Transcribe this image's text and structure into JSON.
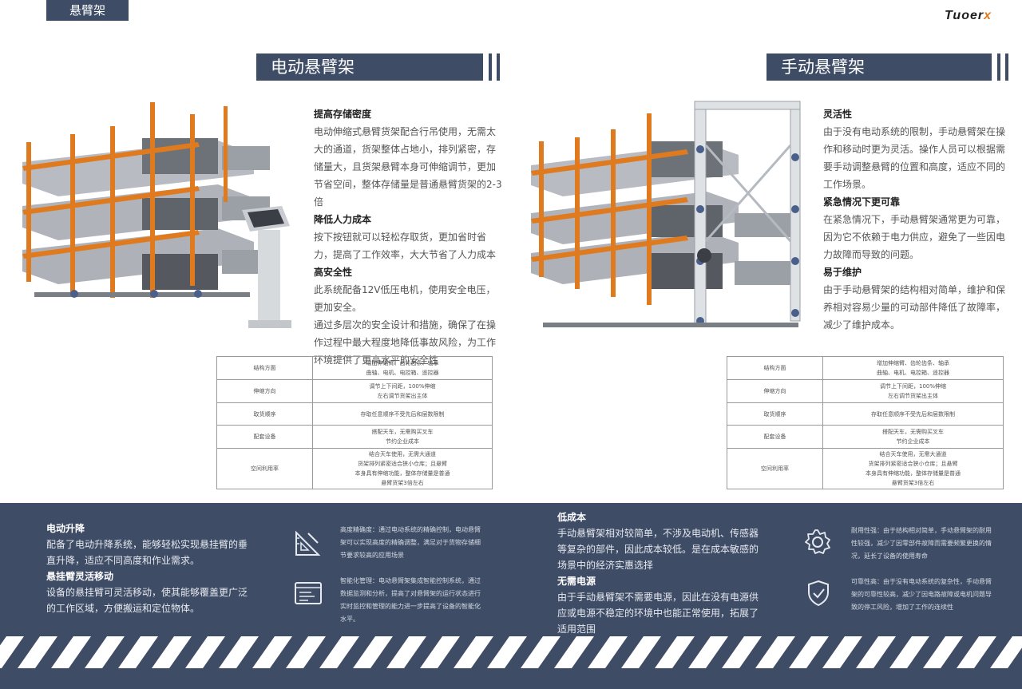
{
  "header": {
    "tab": "悬臂架",
    "brand_main": "Tuoer",
    "brand_accent": "x"
  },
  "left": {
    "title": "电动悬臂架",
    "features": [
      {
        "heading": "提高存储密度",
        "text": "电动伸缩式悬臂货架配合行吊使用，无需太大的通道，货架整体占地小，排列紧密，存储量大，且货架悬臂本身可伸缩调节，更加节省空间，整体存储量是普通悬臂货架的2-3倍"
      },
      {
        "heading": "降低人力成本",
        "text": "按下按钮就可以轻松存取货，更加省时省力，提高了工作效率，大大节省了人力成本"
      },
      {
        "heading": "高安全性",
        "text": "此系统配备12V低压电机，使用安全电压，更加安全。"
      },
      {
        "heading": "",
        "text": "通过多层次的安全设计和措施，确保了在操作过程中最大程度地降低事故风险，为工作环境提供了更高水平的安全性"
      }
    ],
    "spec": [
      {
        "k": "结构方面",
        "v": [
          "增加伸缩臂、齿轮齿条、轴承",
          "曲轴、电机、电控箱、遥控器"
        ]
      },
      {
        "k": "伸缩方向",
        "v": [
          "调节上下间距，100%伸缩",
          "左右调节货架出主体"
        ]
      },
      {
        "k": "取货顺序",
        "v": [
          "存取任意顺序不受先后和层数限制"
        ]
      },
      {
        "k": "配套设备",
        "v": [
          "搭配天车，无需购买叉车",
          "节约企业成本"
        ]
      },
      {
        "k": "空间利用率",
        "v": [
          "结合天车使用，无需大通道",
          "货架排列紧密适合狭小仓库；且悬臂",
          "本身具有伸缩功能，整体存储量是普通",
          "悬臂货架3倍左右"
        ]
      }
    ]
  },
  "right": {
    "title": "手动悬臂架",
    "features": [
      {
        "heading": "灵活性",
        "text": "由于没有电动系统的限制，手动悬臂架在操作和移动时更为灵活。操作人员可以根据需要手动调整悬臂的位置和高度，适应不同的工作场景。"
      },
      {
        "heading": "紧急情况下更可靠",
        "text": " 在紧急情况下，手动悬臂架通常更为可靠，因为它不依赖于电力供应，避免了一些因电力故障而导致的问题。"
      },
      {
        "heading": "易于维护",
        "text": "由于手动悬臂架的结构相对简单，维护和保养相对容易少量的可动部件降低了故障率，减少了维护成本。"
      }
    ],
    "spec": [
      {
        "k": "结构方面",
        "v": [
          "增加伸缩臂、齿轮齿条、轴承",
          "曲轴、电机、电控箱、遥控器"
        ]
      },
      {
        "k": "伸缩方向",
        "v": [
          "调节上下间距，100%伸缩",
          "左右调节货架出主体"
        ]
      },
      {
        "k": "取货顺序",
        "v": [
          "存取任意顺序不受先后和层数限制"
        ]
      },
      {
        "k": "配套设备",
        "v": [
          "搭配天车，无需购买叉车",
          "节约企业成本"
        ]
      },
      {
        "k": "空间利用率",
        "v": [
          "结合天车使用，无需大通道",
          "货架排列紧密适合狭小仓库；且悬臂",
          "本身具有伸缩功能，整体存储量是普通",
          "悬臂货架3倍左右"
        ]
      }
    ]
  },
  "bottom": {
    "left_items": [
      {
        "heading": "电动升降",
        "text": "配备了电动升降系统，能够轻松实现悬挂臂的垂直升降，适应不同高度和作业需求。"
      },
      {
        "heading": "悬挂臂灵活移动",
        "text": "设备的悬挂臂可灵活移动，使其能够覆盖更广泛的工作区域，方便搬运和定位物体。"
      }
    ],
    "precision": "高度精确度：通过电动系统的精确控制，电动悬臂架可以实现高度的精确调整，满足对于货物存储细节要求较高的应用场景",
    "smart": "智能化管理：电动悬臂架集成智能控制系统，通过数据监测和分析，提高了对悬臂架的运行状态进行实时监控和管理的能力进一步提高了设备的智能化水平。",
    "middle_items": [
      {
        "heading": "低成本",
        "text": "手动悬臂架相对较简单，不涉及电动机、传感器等复杂的部件，因此成本较低。是在成本敏感的场景中的经济实惠选择"
      },
      {
        "heading": "无需电源",
        "text": "由于手动悬臂架不需要电源，因此在没有电源供应或电源不稳定的环境中也能正常使用，拓展了适用范围"
      }
    ],
    "durability": "耐用性强：由于结构相对简单，手动悬臂架的耐用性较强，减少了因零部件故障而需要频繁更换的情况，延长了设备的使用寿命",
    "reliability": "可靠性高：由于没有电动系统的复杂性，手动悬臂架的可靠性较高，减少了因电路故障或电机问题导致的停工风险，增加了工作的连续性"
  },
  "colors": {
    "navy": "#3e4c66",
    "orange": "#e07a1f",
    "steel": "#8a9099"
  },
  "icons": [
    "triangle-ruler-icon",
    "dashboard-panel-icon",
    "gear-icon",
    "shield-check-icon"
  ]
}
